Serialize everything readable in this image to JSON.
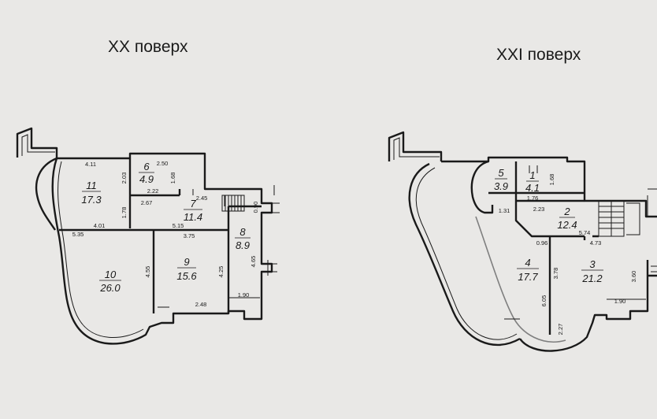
{
  "floors": [
    {
      "title": "XX поверх",
      "rooms": [
        {
          "number": "11",
          "area": "17.3"
        },
        {
          "number": "6",
          "area": "4.9"
        },
        {
          "number": "7",
          "area": "11.4"
        },
        {
          "number": "8",
          "area": "8.9"
        },
        {
          "number": "9",
          "area": "15.6"
        },
        {
          "number": "10",
          "area": "26.0"
        }
      ],
      "dimensions": [
        "4.11",
        "2.03",
        "2.50",
        "1.68",
        "2.22",
        "2.45",
        "2.67",
        "1.78",
        "0.90",
        "4.01",
        "5.35",
        "5.15",
        "3.75",
        "4.65",
        "4.25",
        "4.55",
        "2.48",
        "1.90"
      ]
    },
    {
      "title": "XXI поверх",
      "rooms": [
        {
          "number": "5",
          "area": "3.9"
        },
        {
          "number": "1",
          "area": "4.1"
        },
        {
          "number": "2",
          "area": "12.4"
        },
        {
          "number": "4",
          "area": "17.7"
        },
        {
          "number": "3",
          "area": "21.2"
        }
      ],
      "dimensions": [
        "1.68",
        "1.76",
        "1.31",
        "2.23",
        "0.96",
        "5.74",
        "4.73",
        "3.78",
        "3.60",
        "6.05",
        "2.27",
        "1.90"
      ]
    }
  ]
}
